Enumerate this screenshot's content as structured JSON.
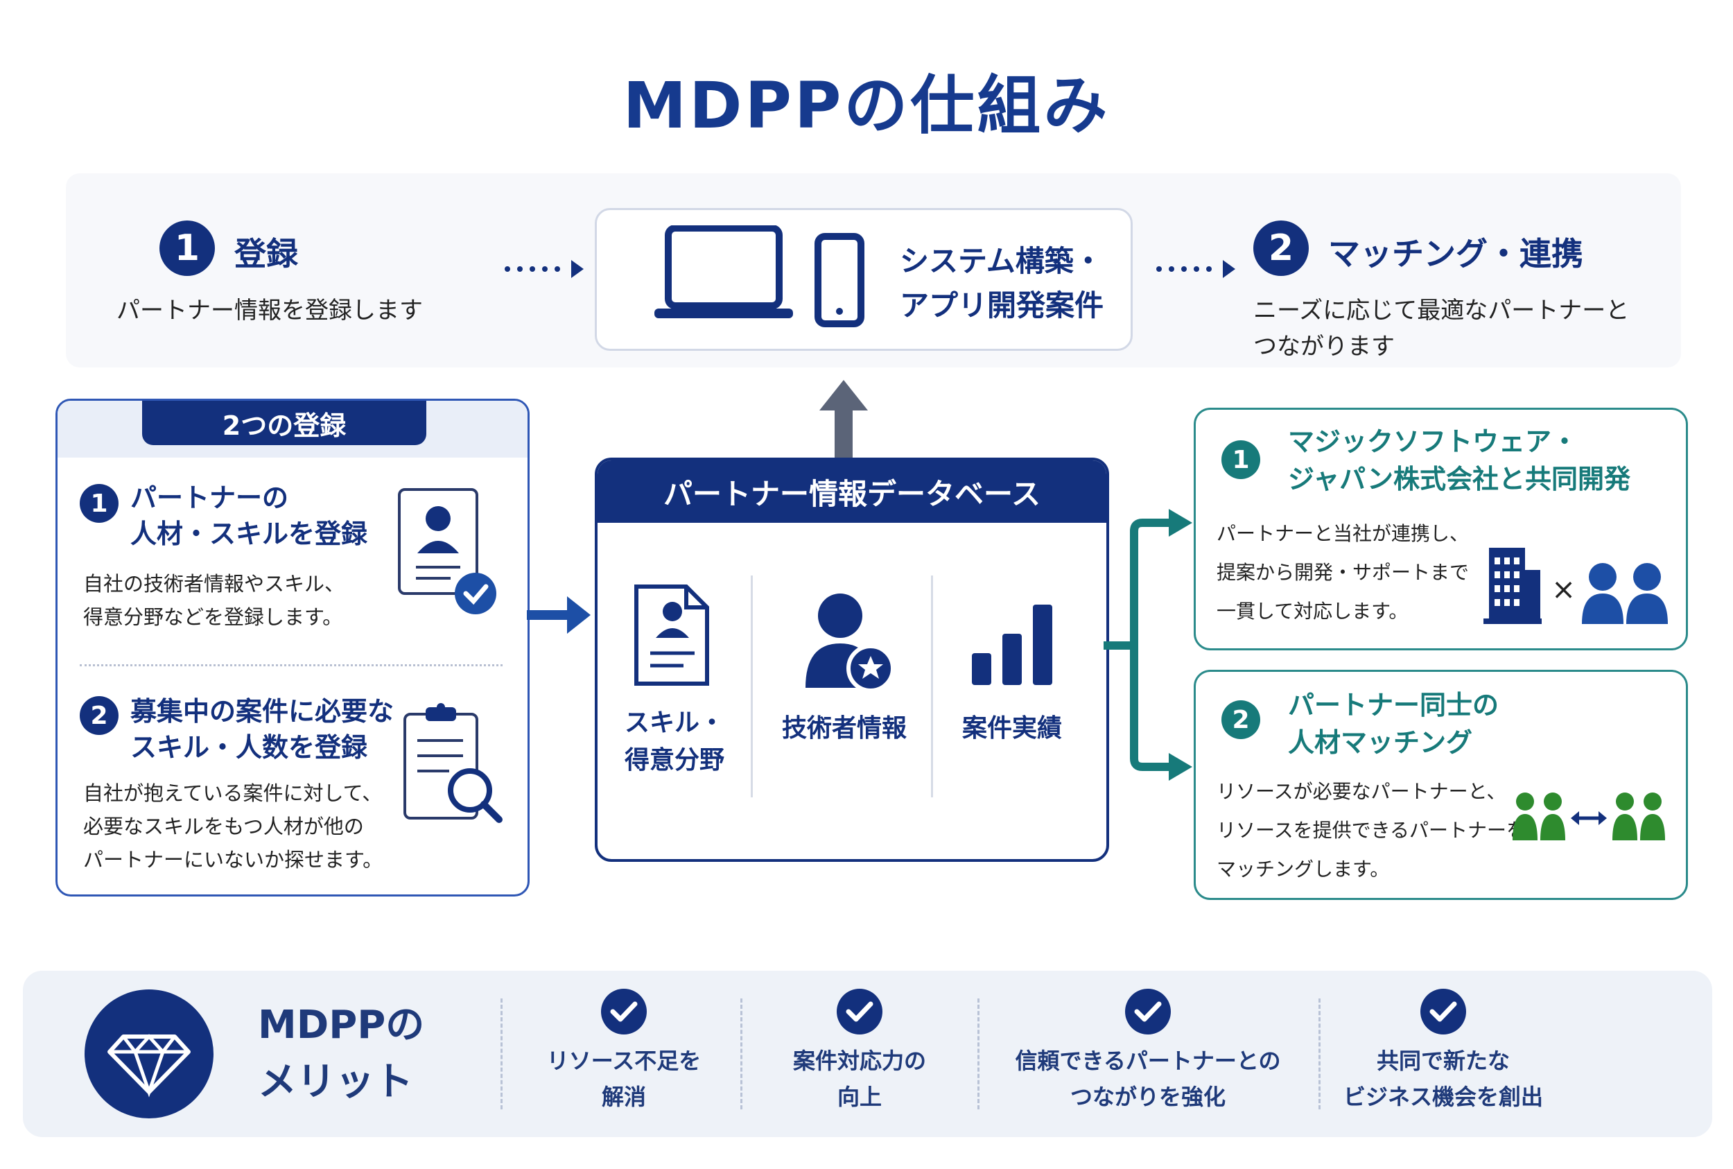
{
  "title": "MDPPの仕組み",
  "top": {
    "step1": {
      "num": "1",
      "title": "登録",
      "desc": "パートナー情報を登録します"
    },
    "center": {
      "line1": "システム構築・",
      "line2": "アプリ開発案件"
    },
    "step2": {
      "num": "2",
      "title": "マッチング・連携",
      "desc_line1": "ニーズに応じて最適なパートナーと",
      "desc_line2": "つながります"
    }
  },
  "left_panel": {
    "tab": "2つの登録",
    "item1": {
      "num": "1",
      "title_line1": "パートナーの",
      "title_line2": "人材・スキルを登録",
      "desc_line1": "自社の技術者情報やスキル、",
      "desc_line2": "得意分野などを登録します。"
    },
    "item2": {
      "num": "2",
      "title_line1": "募集中の案件に必要な",
      "title_line2": "スキル・人数を登録",
      "desc_line1": "自社が抱えている案件に対して、",
      "desc_line2": "必要なスキルをもつ人材が他の",
      "desc_line3": "パートナーにいないか探せます。"
    }
  },
  "database": {
    "title": "パートナー情報データベース",
    "col1_line1": "スキル・",
    "col1_line2": "得意分野",
    "col2": "技術者情報",
    "col3": "案件実績"
  },
  "right_panels": {
    "p1": {
      "num": "1",
      "title_line1": "マジックソフトウェア・",
      "title_line2": "ジャパン株式会社と共同開発",
      "desc_line1": "パートナーと当社が連携し、",
      "desc_line2": "提案から開発・サポートまで",
      "desc_line3": "一貫して対応します。",
      "times": "×"
    },
    "p2": {
      "num": "2",
      "title_line1": "パートナー同士の",
      "title_line2": "人材マッチング",
      "desc_line1": "リソースが必要なパートナーと、",
      "desc_line2": "リソースを提供できるパートナーを",
      "desc_line3": "マッチングします。"
    }
  },
  "merits": {
    "heading_line1": "MDPPの",
    "heading_line2": "メリット",
    "items": [
      {
        "line1": "リソース不足を",
        "line2": "解消"
      },
      {
        "line1": "案件対応力の",
        "line2": "向上"
      },
      {
        "line1": "信頼できるパートナーとの",
        "line2": "つながりを強化"
      },
      {
        "line1": "共同で新たな",
        "line2": "ビジネス機会を創出"
      }
    ]
  },
  "colors": {
    "navy": "#13307d",
    "teal": "#177a7a",
    "green": "#2e8b2e"
  }
}
